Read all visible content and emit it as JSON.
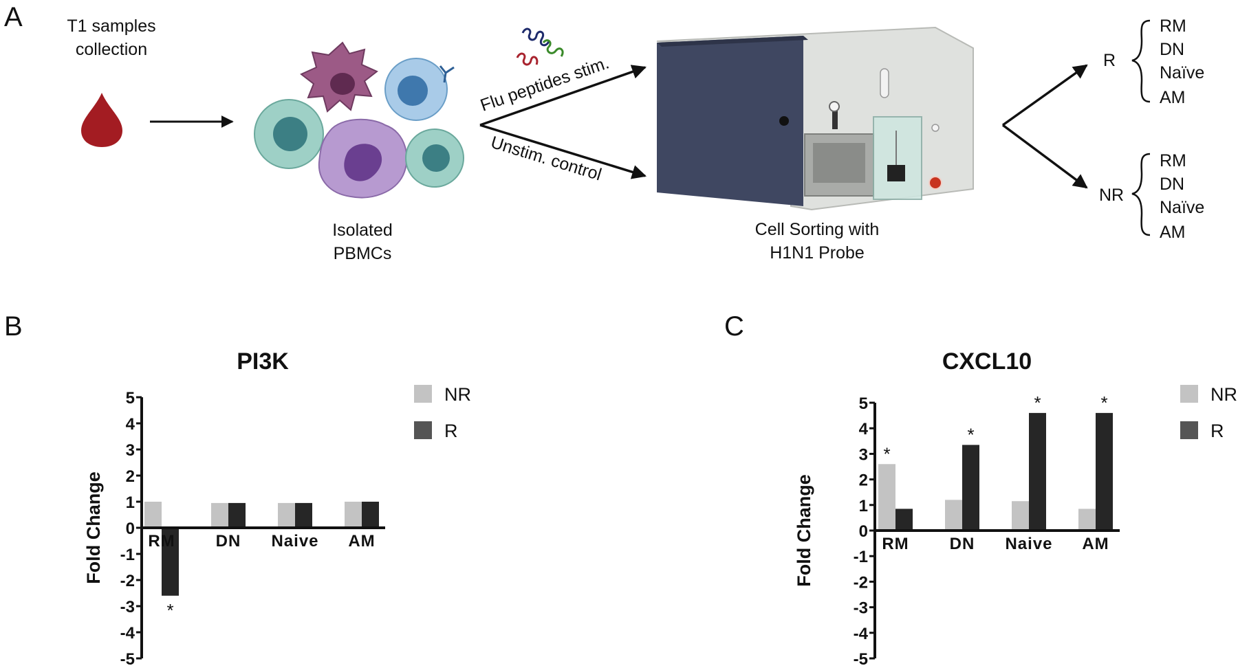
{
  "panel_a": {
    "letter": "A",
    "collection_line1": "T1 samples",
    "collection_line2": "collection",
    "pbmc_line1": "Isolated",
    "pbmc_line2": "PBMCs",
    "stim_label": "Flu peptides stim.",
    "unstim_label": "Unstim. control",
    "sorter_line1": "Cell Sorting with",
    "sorter_line2": "H1N1 Probe",
    "group_r": "R",
    "group_nr": "NR",
    "subsets": [
      "RM",
      "DN",
      "Naïve",
      "AM"
    ],
    "colors": {
      "blood": "#a31c22",
      "sorter_panel": "#3f4761",
      "sorter_body": "#d9dbd8",
      "arrow": "#111111"
    }
  },
  "panel_b": {
    "letter": "B"
  },
  "panel_c": {
    "letter": "C"
  },
  "chart_data": [
    {
      "type": "bar",
      "title": "PI3K",
      "ylabel": "Fold Change",
      "categories": [
        "RM",
        "DN",
        "Naive",
        "AM"
      ],
      "series": [
        {
          "name": "NR",
          "color": "#c3c3c3",
          "values": [
            1.0,
            0.95,
            0.95,
            1.0
          ]
        },
        {
          "name": "R",
          "color": "#262626",
          "legend_color": "#555555",
          "values": [
            -2.6,
            0.95,
            0.95,
            1.0
          ]
        }
      ],
      "yticks": [
        "5",
        "4",
        "3",
        "2",
        "1",
        "0",
        "-1",
        "-2",
        "-3",
        "-4",
        "-5"
      ],
      "ylim": [
        -5,
        5
      ],
      "significance": [
        {
          "category": "RM",
          "series": "R",
          "mark": "*"
        }
      ],
      "legend": "top-right"
    },
    {
      "type": "bar",
      "title": "CXCL10",
      "ylabel": "Fold Change",
      "categories": [
        "RM",
        "DN",
        "Naive",
        "AM"
      ],
      "series": [
        {
          "name": "NR",
          "color": "#c3c3c3",
          "values": [
            2.6,
            1.2,
            1.15,
            0.85
          ]
        },
        {
          "name": "R",
          "color": "#262626",
          "legend_color": "#555555",
          "values": [
            0.85,
            3.35,
            4.6,
            4.6
          ]
        }
      ],
      "yticks": [
        "5",
        "4",
        "3",
        "2",
        "1",
        "0",
        "-1",
        "-2",
        "-3",
        "-4",
        "-5"
      ],
      "ylim": [
        -5,
        5
      ],
      "significance": [
        {
          "category": "RM",
          "series": "NR",
          "mark": "*"
        },
        {
          "category": "DN",
          "series": "R",
          "mark": "*"
        },
        {
          "category": "Naive",
          "series": "R",
          "mark": "*"
        },
        {
          "category": "AM",
          "series": "R",
          "mark": "*"
        }
      ],
      "legend": "top-right"
    }
  ]
}
